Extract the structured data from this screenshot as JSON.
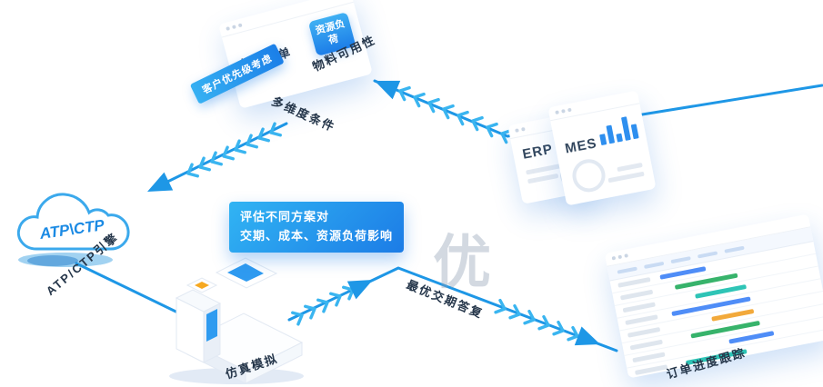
{
  "colors": {
    "flow_blue": "#1E97E6",
    "chevron_blue": "#3AB5F0",
    "accent_blue": "#2E8FEF",
    "callout_gradient_from": "#31B4F3",
    "callout_gradient_to": "#1C7CE6",
    "dark_text": "#25364A",
    "watermark_gray": "#8D9EB3"
  },
  "top_card": {
    "order": "在制订单",
    "badge": "资源负荷",
    "material": "物料可用性",
    "priority": "客户优先级考虑"
  },
  "labels": {
    "conditions": "多维度条件",
    "engine": "ATP/CTP引擎",
    "simulation": "仿真模拟",
    "optimal": "最优交期答复",
    "tracking": "订单进度跟踪"
  },
  "cloud": {
    "label": "ATP\\CTP"
  },
  "systems": {
    "erp_title": "ERP",
    "mes_title": "MES",
    "mes_bars": [
      12,
      20,
      9,
      26,
      16
    ]
  },
  "callout": {
    "line1": "评估不同方案对",
    "line2": "交期、成本、资源负荷影响"
  },
  "watermark": "优",
  "gantt": {
    "rows": [
      {
        "o": 2,
        "w": 30,
        "c": "#4F8DF7"
      },
      {
        "o": 10,
        "w": 42,
        "c": "#37B36B"
      },
      {
        "o": 22,
        "w": 34,
        "c": "#2EC4B6"
      },
      {
        "o": 5,
        "w": 52,
        "c": "#4F8DF7"
      },
      {
        "o": 30,
        "w": 28,
        "c": "#F2A93B"
      },
      {
        "o": 14,
        "w": 46,
        "c": "#37B36B"
      },
      {
        "o": 38,
        "w": 30,
        "c": "#4F8DF7"
      },
      {
        "o": 8,
        "w": 40,
        "c": "#2EC4B6"
      }
    ]
  }
}
